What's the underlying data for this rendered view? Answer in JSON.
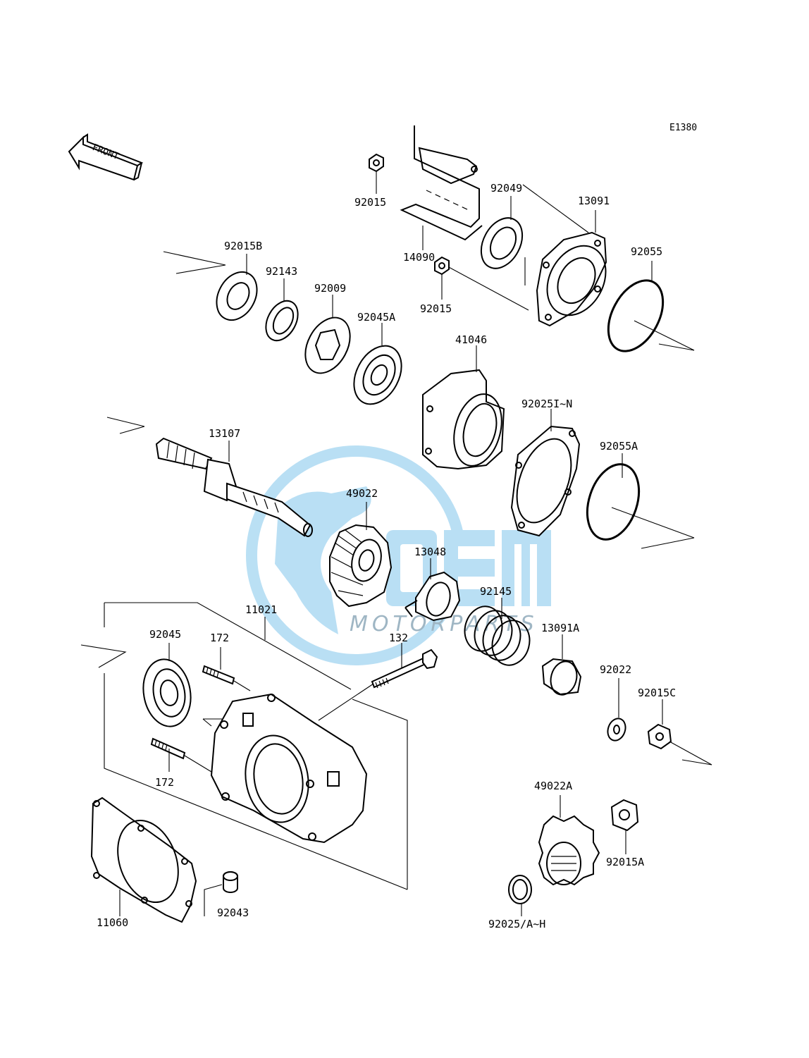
{
  "diagram": {
    "code": "E1380",
    "orientation_label": "FRONT",
    "watermark": {
      "brand": "OEM",
      "sub": "MOTORPARTS",
      "color": "#3aa6e0"
    }
  },
  "labels": {
    "p92015_top": "92015",
    "p14090": "14090",
    "p92049": "92049",
    "p13091": "13091",
    "p92055": "92055",
    "p92015_mid": "92015",
    "p92015B": "92015B",
    "p92143": "92143",
    "p92009": "92009",
    "p92045A": "92045A",
    "p41046": "41046",
    "p92025IN": "92025I~N",
    "p92055A": "92055A",
    "p13107": "13107",
    "p49022": "49022",
    "p13048": "13048",
    "p92145": "92145",
    "p13091A": "13091A",
    "p11021": "11021",
    "p92045": "92045",
    "p172_top": "172",
    "p132": "132",
    "p92022": "92022",
    "p92015C": "92015C",
    "p172_bot": "172",
    "p49022A": "49022A",
    "p92015A": "92015A",
    "p11060": "11060",
    "p92043": "92043",
    "p92025AH": "92025/A~H"
  }
}
